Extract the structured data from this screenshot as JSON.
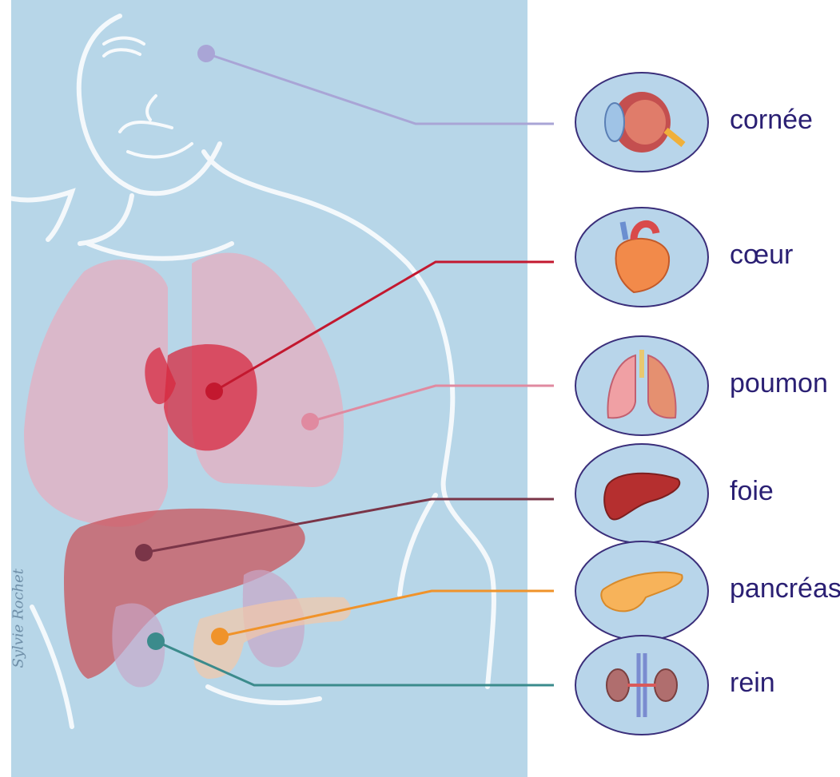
{
  "organs": [
    {
      "id": "cornea",
      "label": "cornée",
      "color": "#a9a5d6",
      "icon": "eye-icon"
    },
    {
      "id": "heart",
      "label": "cœur",
      "color": "#c3182f",
      "icon": "heart-icon"
    },
    {
      "id": "lung",
      "label": "poumon",
      "color": "#e08aa0",
      "icon": "lungs-icon"
    },
    {
      "id": "liver",
      "label": "foie",
      "color": "#7a3548",
      "icon": "liver-icon"
    },
    {
      "id": "pancreas",
      "label": "pancréas",
      "color": "#f0932a",
      "icon": "pancreas-icon"
    },
    {
      "id": "kidney",
      "label": "rein",
      "color": "#3b8b8c",
      "icon": "kidney-icon"
    }
  ],
  "signature": "Sylvie Rochet",
  "colors": {
    "background": "#b7d6e8",
    "label_text": "#2a1f73",
    "circle_fill": "#b8d5ea",
    "circle_border": "#3a2e7a"
  }
}
